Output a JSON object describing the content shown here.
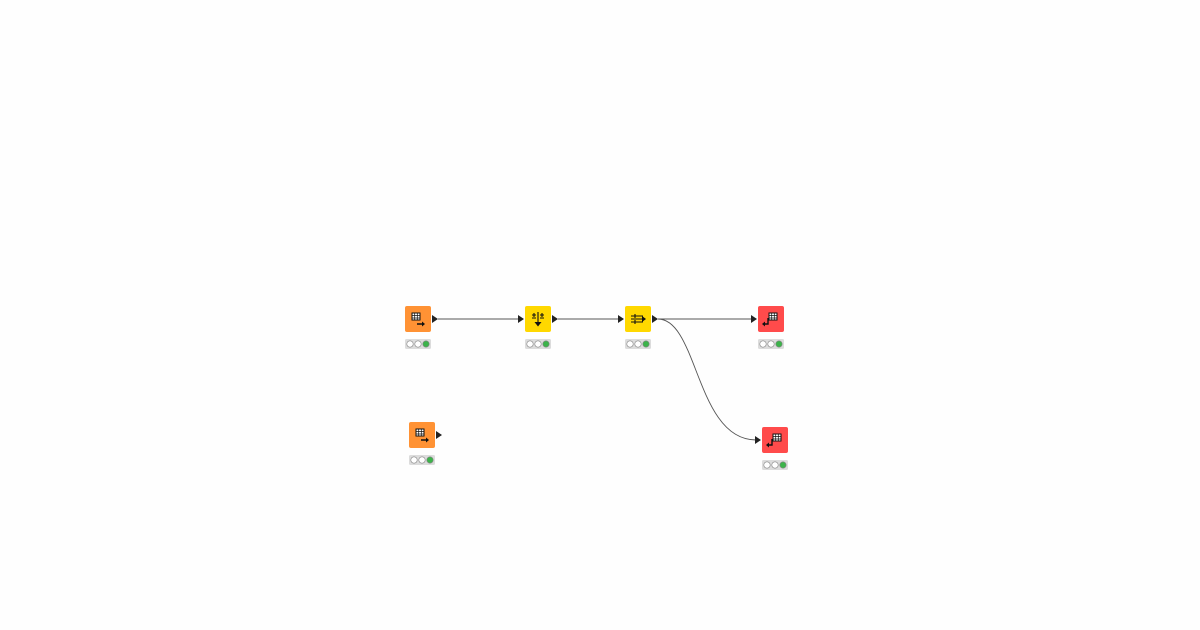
{
  "workflow": {
    "nodes": [
      {
        "id": "n1",
        "kind": "table-reader",
        "icon": "table-arrow-out-icon",
        "color": "#ff9234",
        "status": [
          "idle",
          "idle",
          "executed"
        ],
        "ports_in": 0,
        "ports_out": 1
      },
      {
        "id": "n2",
        "kind": "manipulator-sort",
        "icon": "sort-down-icon",
        "color": "#ffd800",
        "status": [
          "idle",
          "idle",
          "executed"
        ],
        "ports_in": 1,
        "ports_out": 1
      },
      {
        "id": "n3",
        "kind": "manipulator-split",
        "icon": "split-arrows-icon",
        "color": "#ffd800",
        "status": [
          "idle",
          "idle",
          "executed"
        ],
        "ports_in": 1,
        "ports_out": 1
      },
      {
        "id": "n4",
        "kind": "table-writer",
        "icon": "arrow-into-table-icon",
        "color": "#ff4b4b",
        "status": [
          "idle",
          "idle",
          "executed"
        ],
        "ports_in": 1,
        "ports_out": 0
      },
      {
        "id": "n5",
        "kind": "table-reader",
        "icon": "table-arrow-out-icon",
        "color": "#ff9234",
        "status": [
          "idle",
          "idle",
          "executed"
        ],
        "ports_in": 0,
        "ports_out": 1
      },
      {
        "id": "n6",
        "kind": "table-writer",
        "icon": "arrow-into-table-icon",
        "color": "#ff4b4b",
        "status": [
          "idle",
          "idle",
          "executed"
        ],
        "ports_in": 1,
        "ports_out": 0
      }
    ],
    "connections": [
      {
        "from": "n1",
        "to": "n2"
      },
      {
        "from": "n2",
        "to": "n3"
      },
      {
        "from": "n3",
        "to": "n4"
      },
      {
        "from": "n3",
        "to": "n6"
      }
    ],
    "colors": {
      "executed": "#3cb34a",
      "idle": "#ffffff",
      "status_bg": "#dcdcdc",
      "edge": "#555555",
      "port": "#222222"
    }
  }
}
